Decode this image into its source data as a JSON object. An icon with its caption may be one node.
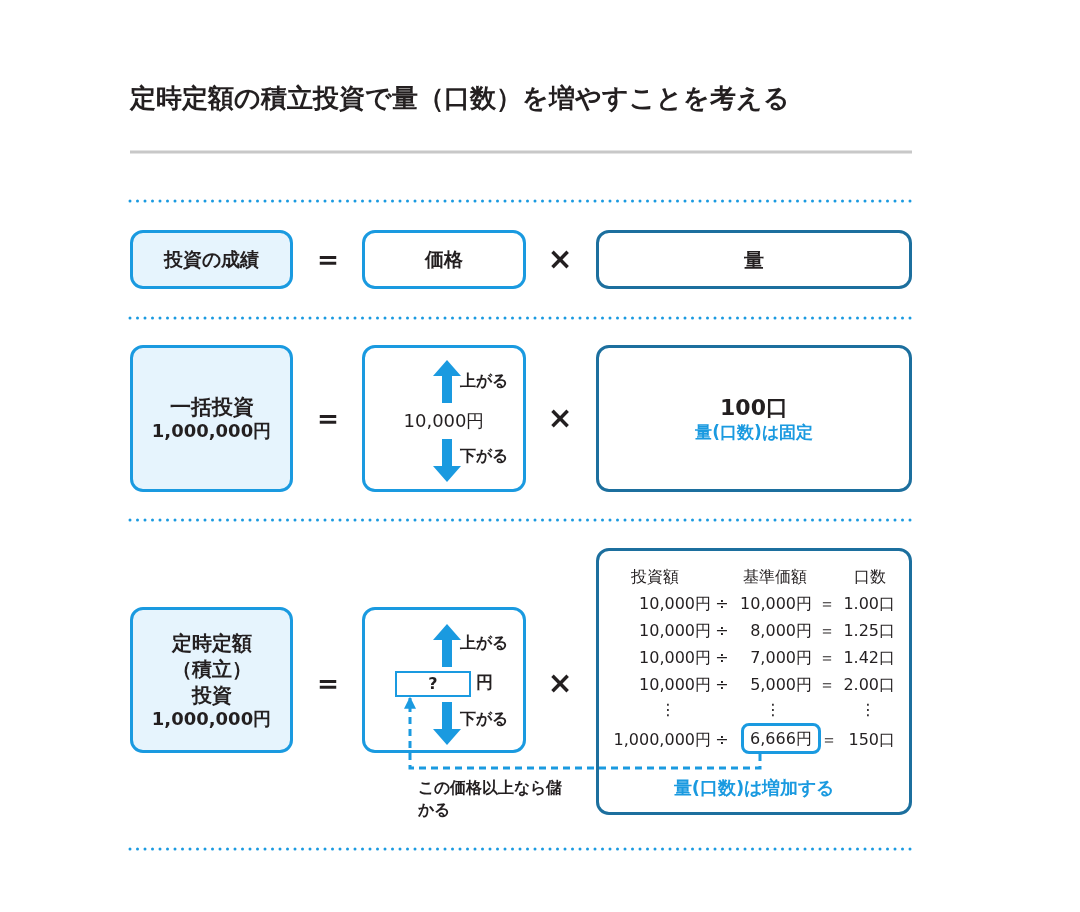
{
  "diagram": {
    "title": "定時定額の積立投資で量（口数）を増やすことを考える",
    "nodes": [
      {
        "text": [
          "投資の成績"
        ]
      },
      {
        "text": [
          "価格"
        ]
      },
      {
        "text": [
          "量"
        ]
      },
      {
        "text": [
          "一括投資",
          "1,000,000円"
        ]
      },
      {
        "text": [
          "上がる",
          "10,000円",
          "下がる"
        ]
      },
      {
        "text": [
          "100口",
          "量(口数)は固定"
        ]
      },
      {
        "text": [
          "定時定額（積立）投資",
          "1,000,000円"
        ]
      },
      {
        "text": [
          "上がる",
          "下がる"
        ]
      },
      {
        "text": [
          "?"
        ],
        "in": 7,
        "beside": [
          "円"
        ]
      },
      {
        "text": [
          "量(口数)は増加する"
        ]
      },
      {
        "text": [
          "6,666円"
        ],
        "in": 9
      }
    ],
    "edges": [
      {
        "from": 10,
        "to": 8,
        "arrow": "to",
        "style": "dashed",
        "label": "この価格以上なら儲かる"
      }
    ],
    "labels": [
      "＝",
      "×",
      "＝",
      "×",
      "投資額",
      "基準価額",
      "口数",
      "10,000円",
      "÷",
      "10,000円",
      "＝",
      "1.00口",
      "10,000円",
      "÷",
      "8,000円",
      "＝",
      "1.25口",
      "10,000円",
      "÷",
      "7,000円",
      "＝",
      "1.42口",
      "10,000円",
      "÷",
      "5,000円",
      "＝",
      "2.00口",
      "⋮",
      "⋮",
      "⋮",
      "1,000,000円",
      "÷",
      "＝",
      "150口",
      "＝",
      "×"
    ]
  }
}
